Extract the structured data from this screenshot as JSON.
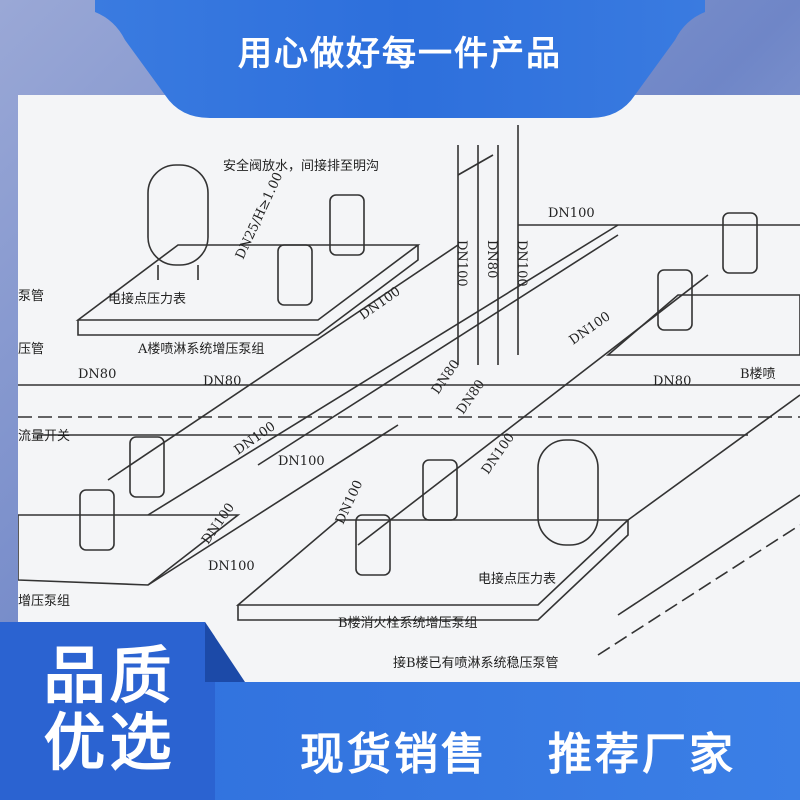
{
  "banner": {
    "title": "用心做好每一件产品"
  },
  "badge": {
    "line1": "品质",
    "line2": "优选"
  },
  "footer": {
    "slogan_left": "现货销售",
    "slogan_right": "推荐厂家"
  },
  "diagram": {
    "labels": {
      "safety_valve": "安全阀放水，间接排至明沟",
      "dn25": "DN25/H≥1.00",
      "gauge_a": "电接点压力表",
      "group_a": "A楼喷淋系统增压泵组",
      "pump_pipe": "泵管",
      "pipe": "压管",
      "flow_switch": "流量开关",
      "pressure_group": "增压泵组",
      "gauge_b": "电接点压力表",
      "group_b": "B楼消火栓系统增压泵组",
      "connect_b": "接B楼已有喷淋系统稳压泵管",
      "b_building": "B楼喷",
      "dn100_top": "DN100",
      "dn100_1": "DN100",
      "dn100_2": "DN100",
      "dn100_3": "DN100",
      "dn100_4": "DN100",
      "dn100_5": "DN100",
      "dn100_6": "DN100",
      "dn100_7": "DN100",
      "dn100_8": "DN100",
      "dn100_v1": "DN100",
      "dn100_v2": "DN100",
      "dn80_v": "DN80",
      "dn80_1": "DN80",
      "dn80_2": "DN80",
      "dn80_3": "DN80",
      "dn80_4": "DN80",
      "dn80_5": "DN80"
    }
  }
}
